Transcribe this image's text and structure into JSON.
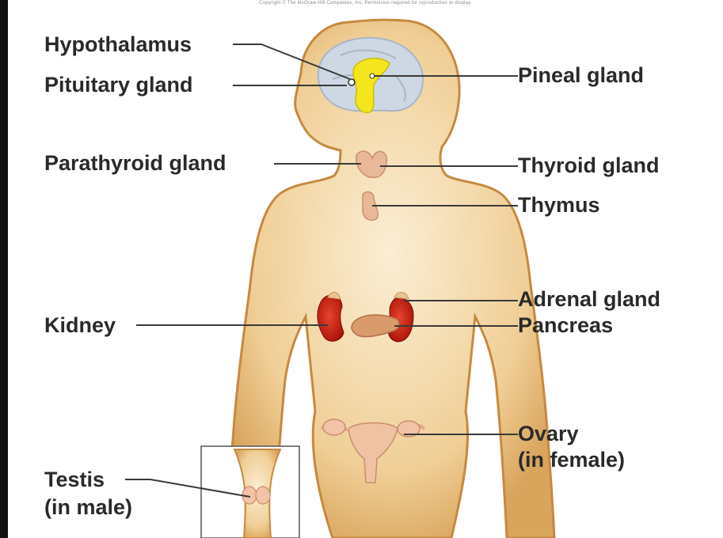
{
  "copyright": "Copyright © The McGraw-Hill Companies, Inc. Permission required for reproduction or display.",
  "labels": {
    "hypothalamus": "Hypothalamus",
    "pituitary": "Pituitary gland",
    "pineal": "Pineal gland",
    "parathyroid": "Parathyroid gland",
    "thyroid": "Thyroid gland",
    "thymus": "Thymus",
    "adrenal": "Adrenal gland",
    "pancreas": "Pancreas",
    "kidney": "Kidney",
    "ovary_line1": "Ovary",
    "ovary_line2": "(in female)",
    "testis_line1": "Testis",
    "testis_line2": "(in male)"
  },
  "colors": {
    "skin": "#f2d3a0",
    "skin_outline": "#c58a3f",
    "brain": "#cfd8e3",
    "hypothalamus": "#f4e61c",
    "kidney": "#c21f10",
    "pancreas": "#d99a6c",
    "gland": "#e8b898",
    "leader_line": "#3a3a3a"
  }
}
